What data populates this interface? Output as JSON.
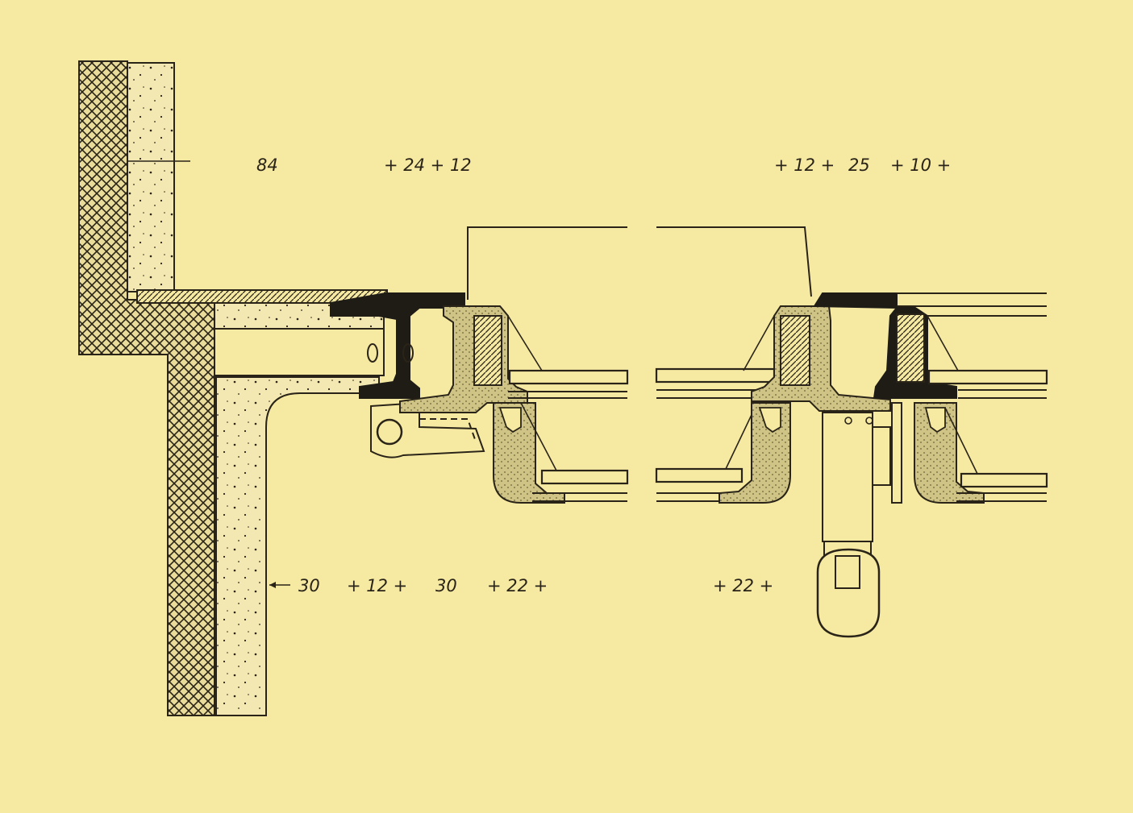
{
  "colors": {
    "paper": "#f6e9a2",
    "ink": "#2a2418",
    "solid_section": "#1f1c16",
    "seal_fill": "#cfc486",
    "concrete_fill": "#f3e7b2",
    "brick_fill": "#e9dc9a"
  },
  "dimensions": {
    "top": [
      "84",
      "+ 24 + 12",
      "+ 12 +",
      "25",
      "+ 10 +"
    ],
    "bottom": [
      "30",
      "+ 12 +",
      "30",
      "+ 22 +",
      "+ 22 +"
    ]
  }
}
